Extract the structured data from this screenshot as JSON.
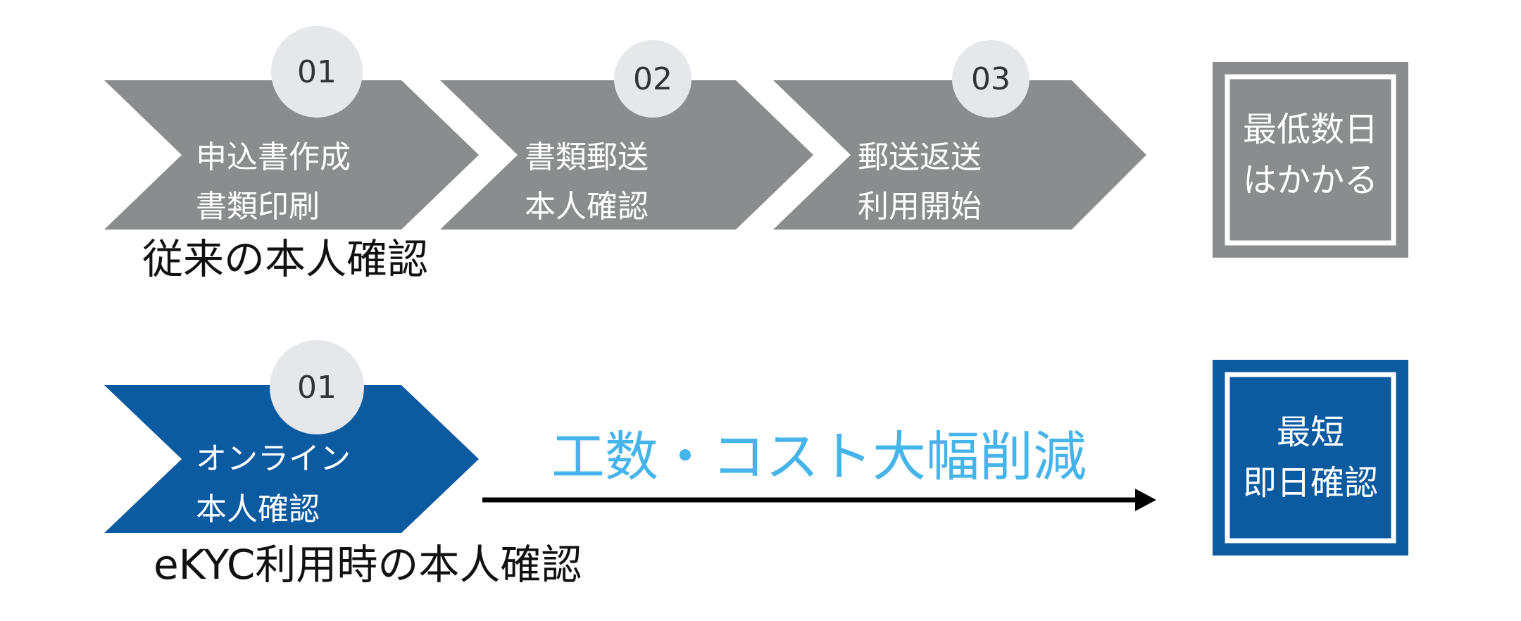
{
  "traditional": {
    "caption": "従来の本人確認",
    "steps": [
      {
        "number": "01",
        "line1": "申込書作成",
        "line2": "書類印刷"
      },
      {
        "number": "02",
        "line1": "書類郵送",
        "line2": "本人確認"
      },
      {
        "number": "03",
        "line1": "郵送返送",
        "line2": "利用開始"
      }
    ],
    "result": {
      "line1": "最低数日",
      "line2": "はかかる"
    }
  },
  "ekyc": {
    "caption": "eKYC利用時の本人確認",
    "step": {
      "number": "01",
      "line1": "オンライン",
      "line2": "本人確認"
    },
    "arrow_label": "工数・コスト大幅削減",
    "result": {
      "line1": "最短",
      "line2": "即日確認"
    }
  },
  "colors": {
    "gray_chevron": "#8a8c8e",
    "number_circle": "#e5e7ea",
    "blue_chevron": "#0c5aa0",
    "accent_text": "#44b4ea",
    "arrow": "#000000"
  }
}
